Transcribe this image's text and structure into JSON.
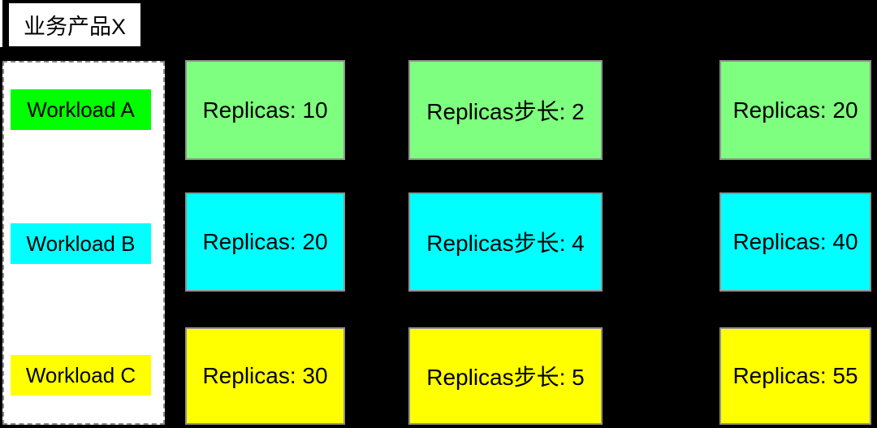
{
  "header": {
    "title": "业务产品X"
  },
  "colors": {
    "background": "#000000",
    "panel_bg": "#FFFFFF",
    "panel_dash_border": "#8A8A8A",
    "box_border": "#919191",
    "text": "#000000",
    "green_label": "#00FF00",
    "green_box": "#7FFF7F",
    "cyan_label": "#00FFFF",
    "cyan_box": "#00FFFF",
    "yellow_label": "#FFFF00",
    "yellow_box": "#FFFF00"
  },
  "workloads": [
    {
      "name": "Workload A",
      "label_color": "#00FF00",
      "box_color": "#7FFF7F",
      "initial": "Replicas: 10",
      "step": "Replicas步长: 2",
      "final": "Replicas: 20"
    },
    {
      "name": "Workload B",
      "label_color": "#00FFFF",
      "box_color": "#00FFFF",
      "initial": "Replicas: 20",
      "step": "Replicas步长: 4",
      "final": "Replicas: 40"
    },
    {
      "name": "Workload C",
      "label_color": "#FFFF00",
      "box_color": "#FFFF00",
      "initial": "Replicas: 30",
      "step": "Replicas步长: 5",
      "final": "Replicas: 55"
    }
  ]
}
